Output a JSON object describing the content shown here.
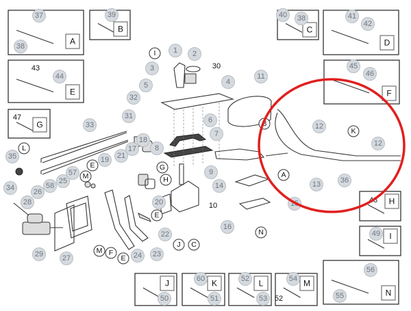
{
  "title": "Pedal and parking brake assembly exploded parts diagram",
  "highlight_color": "#e0201e",
  "detail_boxes": [
    {
      "letter": "A",
      "parts": [
        "37",
        "38"
      ]
    },
    {
      "letter": "B",
      "parts": [
        "39"
      ]
    },
    {
      "letter": "C",
      "parts": [
        "40",
        "38"
      ]
    },
    {
      "letter": "D",
      "parts": [
        "41",
        "42"
      ]
    },
    {
      "letter": "E",
      "parts": [
        "43",
        "44"
      ]
    },
    {
      "letter": "F",
      "parts": [
        "45",
        "46"
      ]
    },
    {
      "letter": "G",
      "parts": [
        "47"
      ]
    },
    {
      "letter": "H",
      "parts": [
        "48"
      ]
    },
    {
      "letter": "I",
      "parts": [
        "49"
      ]
    },
    {
      "letter": "N",
      "parts": [
        "56",
        "55"
      ]
    },
    {
      "letter": "J",
      "parts": [
        "50"
      ]
    },
    {
      "letter": "K",
      "parts": [
        "60",
        "51"
      ]
    },
    {
      "letter": "L",
      "parts": [
        "52",
        "53"
      ]
    },
    {
      "letter": "M",
      "parts": [
        "54",
        "52"
      ]
    }
  ],
  "callouts": [
    "33",
    "35",
    "34",
    "57",
    "25",
    "58",
    "26",
    "28",
    "29",
    "27",
    "19",
    "21",
    "17",
    "18",
    "8",
    "31",
    "32",
    "5",
    "3",
    "1",
    "2",
    "4",
    "6",
    "7",
    "9",
    "20",
    "22",
    "23",
    "24",
    "11",
    "14",
    "16",
    "12",
    "12",
    "13",
    "36",
    "15",
    "I",
    "L",
    "E",
    "M",
    "G",
    "H",
    "E",
    "J",
    "C",
    "M",
    "F",
    "E",
    "B",
    "K",
    "A",
    "N",
    "30",
    "10"
  ]
}
